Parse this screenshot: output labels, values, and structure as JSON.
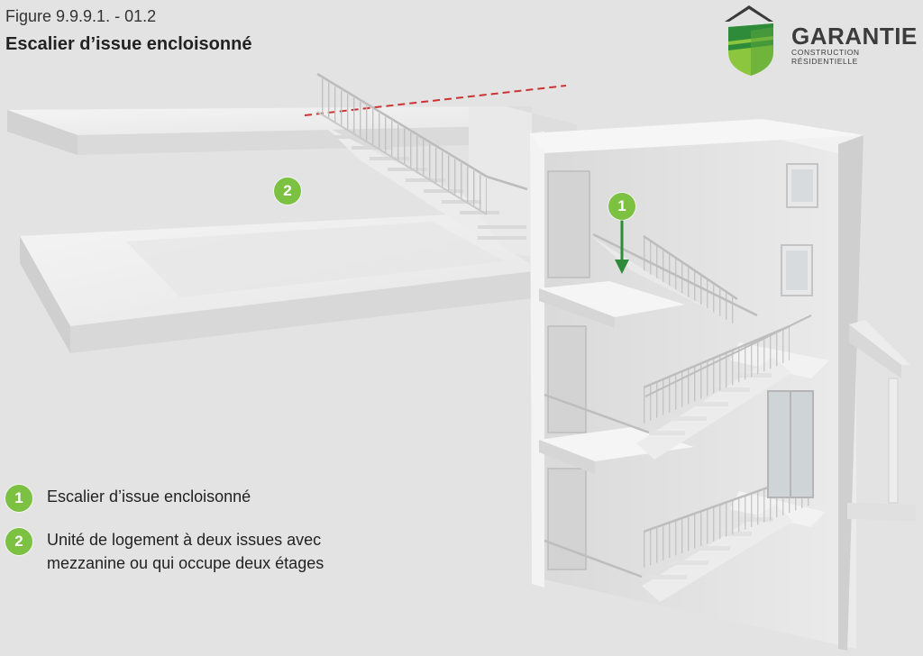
{
  "figure": {
    "number": "Figure 9.9.9.1. - 01.2",
    "title": "Escalier d’issue encloisonné"
  },
  "logo": {
    "word": "GARANTIE",
    "subtitle": "CONSTRUCTION RÉSIDENTIELLE",
    "colors": {
      "green_dark": "#2e8b3a",
      "green_light": "#8cc63f",
      "roof": "#3a3a3a"
    }
  },
  "markers": [
    {
      "id": "1",
      "label": "1"
    },
    {
      "id": "2",
      "label": "2"
    }
  ],
  "legend": [
    {
      "number": "1",
      "lines": [
        "Escalier d’issue encloisonné"
      ]
    },
    {
      "number": "2",
      "lines": [
        "Unité de logement à deux issues avec",
        "mezzanine ou qui occupe deux étages"
      ]
    }
  ],
  "colors": {
    "accent_green": "#7cc142",
    "arrow_green": "#2e8b3a",
    "dashed_red": "#cc3333",
    "background": "#e3e3e3"
  }
}
